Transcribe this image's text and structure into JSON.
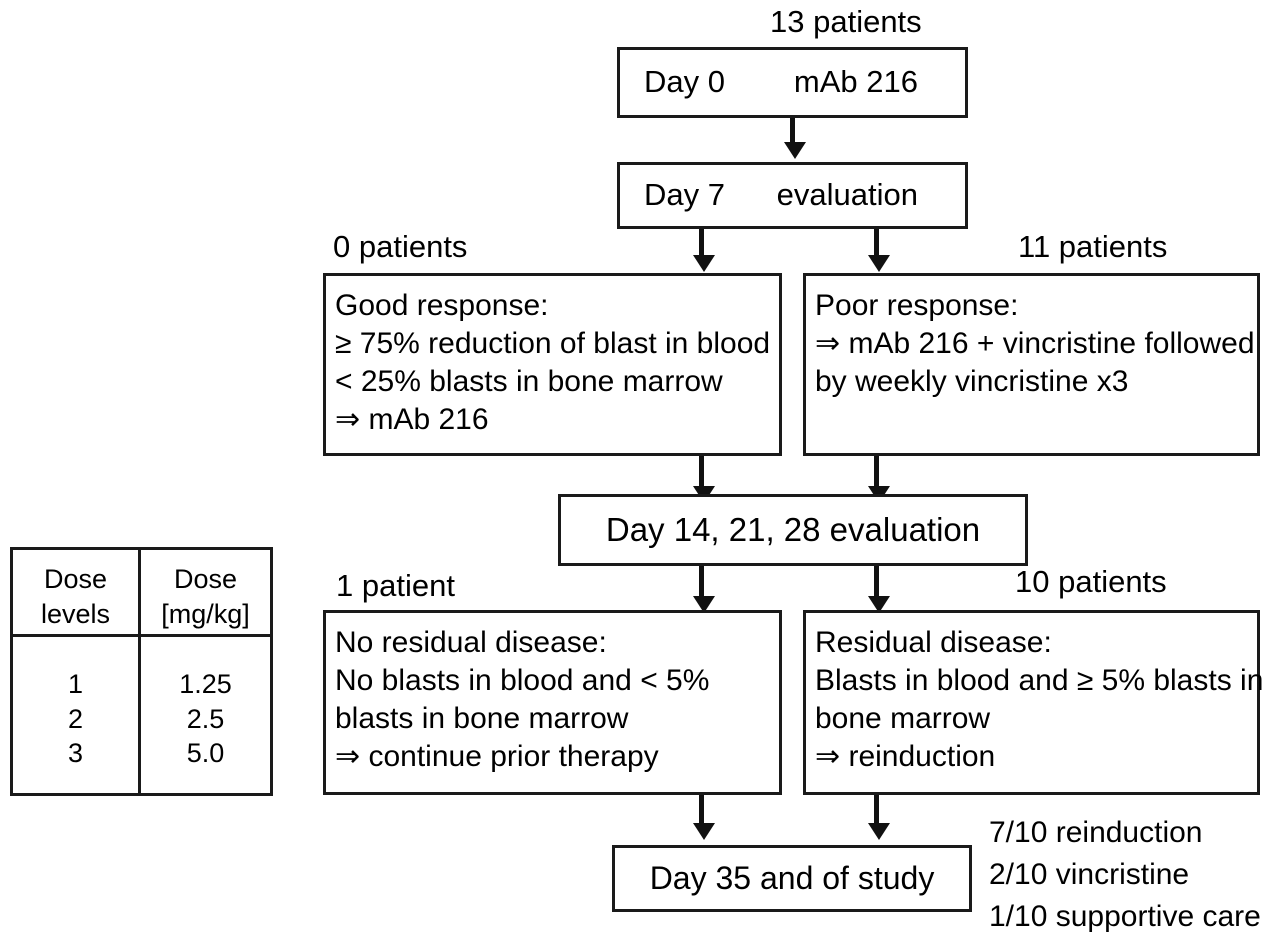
{
  "diagram": {
    "title": "mAb 216 clinical trial flow chart",
    "nodes": {
      "day0": {
        "text": "Day 0        mAb 216",
        "caption": "13 patients"
      },
      "day7": {
        "text": "Day 7      evaluation"
      },
      "good_response": {
        "caption": "0 patients",
        "lines": [
          "Good response:",
          "≥ 75% reduction of blast in blood",
          "< 25% blasts in bone marrow",
          "⇒ mAb 216"
        ]
      },
      "poor_response": {
        "caption": "11 patients",
        "lines": [
          "Poor response:",
          "⇒ mAb 216 + vincristine followed",
          "by weekly vincristine x3"
        ]
      },
      "day14_21_28": {
        "text": "Day 14, 21, 28 evaluation"
      },
      "no_residual_disease": {
        "caption": "1 patient",
        "lines": [
          "No residual disease:",
          "No blasts in blood and < 5%",
          "blasts in bone marrow",
          "⇒ continue prior therapy"
        ]
      },
      "residual_disease": {
        "caption": "10 patients",
        "lines": [
          "Residual disease:",
          "Blasts in blood and ≥ 5% blasts in",
          "bone marrow",
          "⇒ reinduction"
        ]
      },
      "day35": {
        "text": "Day 35 and of study"
      }
    },
    "outcome_notes": [
      "7/10 reinduction",
      "2/10 vincristine",
      "1/10 supportive care"
    ]
  },
  "dose_table": {
    "headers": [
      "Dose\nlevels",
      "Dose\n[mg/kg]"
    ],
    "levels": "1\n2\n3",
    "doses": "1.25\n2.5\n5.0",
    "rows": [
      {
        "level": "1",
        "dose": "1.25"
      },
      {
        "level": "2",
        "dose": "2.5"
      },
      {
        "level": "3",
        "dose": "5.0"
      }
    ]
  },
  "colors": {
    "stroke": "#1a1a1a",
    "background": "#ffffff",
    "text": "#000000"
  }
}
